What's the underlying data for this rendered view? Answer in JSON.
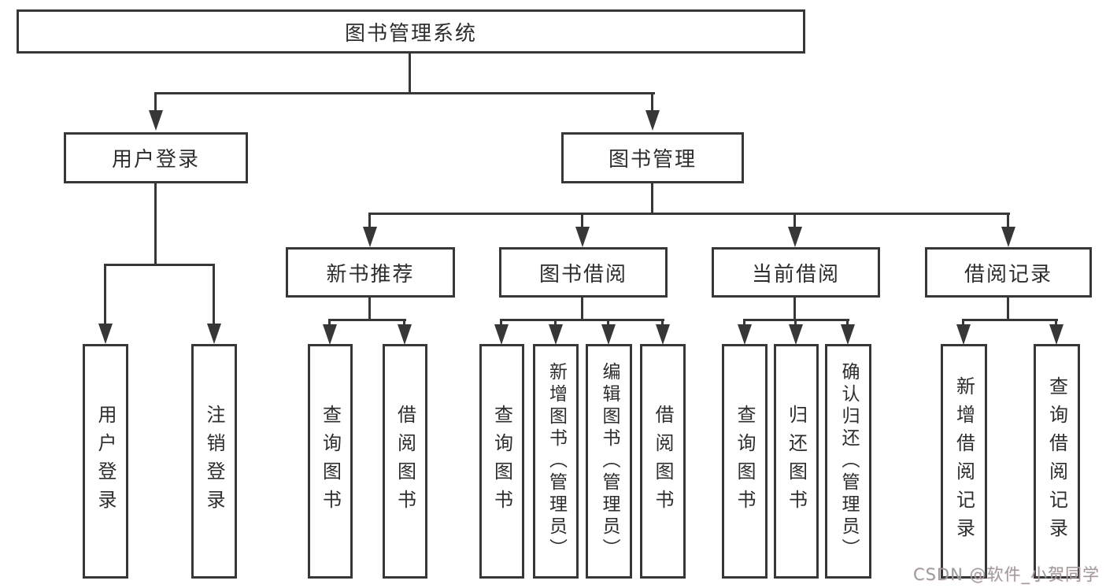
{
  "diagram": {
    "root": {
      "label": "图书管理系统"
    },
    "branches": [
      {
        "label": "用户登录",
        "leaves": [
          "用户登录",
          "注销登录"
        ]
      },
      {
        "label": "图书管理",
        "groups": [
          {
            "label": "新书推荐",
            "leaves": [
              "查询图书",
              "借阅图书"
            ]
          },
          {
            "label": "图书借阅",
            "leaves": [
              "查询图书",
              "新增图书（管理员）",
              "编辑图书（管理员）",
              "借阅图书"
            ]
          },
          {
            "label": "当前借阅",
            "leaves": [
              "查询图书",
              "归还图书",
              "确认归还（管理员）"
            ]
          },
          {
            "label": "借阅记录",
            "leaves": [
              "新增借阅记录",
              "查询借阅记录"
            ]
          }
        ]
      }
    ]
  },
  "watermark": {
    "text": "CSDN @软件_小贺同学"
  },
  "colors": {
    "line": "#373737",
    "box_border": "#373737",
    "text": "#2d2d2d",
    "watermark": "#9b9b9b",
    "background": "#ffffff"
  }
}
